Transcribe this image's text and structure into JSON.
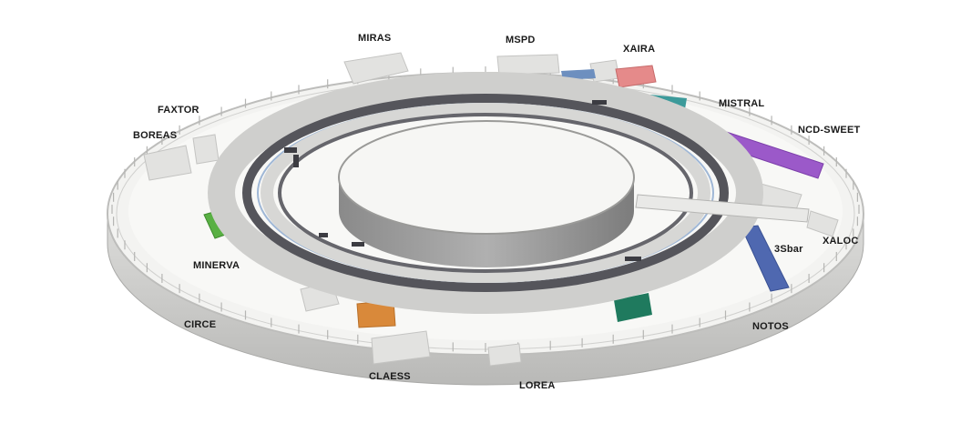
{
  "beamline_labels": {
    "miras": "MIRAS",
    "mspd": "MSPD",
    "xaira": "XAIRA",
    "mistral": "MISTRAL",
    "ncd_sweet": "NCD-SWEET",
    "xaloc": "XALOC",
    "threesbar": "3Sbar",
    "notos": "NOTOS",
    "lorea": "LOREA",
    "claess": "CLAESS",
    "circe": "CIRCE",
    "minerva": "MINERVA",
    "boreas": "BOREAS",
    "faxtor": "FAXTOR"
  },
  "colors": {
    "floor": "#f4f4f2",
    "outer_wall_top": "#ececea",
    "outer_wall_side": "#c9c9c7",
    "ring_tunnel": "#d8d8d6",
    "ring_dark": "#4a4a50",
    "beam_blue": "#9fb7d6",
    "xaira_hutch": "#e58a8a",
    "mistral_hutch": "#3c9a9a",
    "ncd_sweet_hutch": "#9b59c9",
    "notos_hutch": "#4f68b0",
    "lorea_hutch": "#1f7a5e",
    "circe_hutch": "#d9893a",
    "minerva_hutch": "#59b043",
    "mspd_hutch": "#6d8fbf"
  }
}
